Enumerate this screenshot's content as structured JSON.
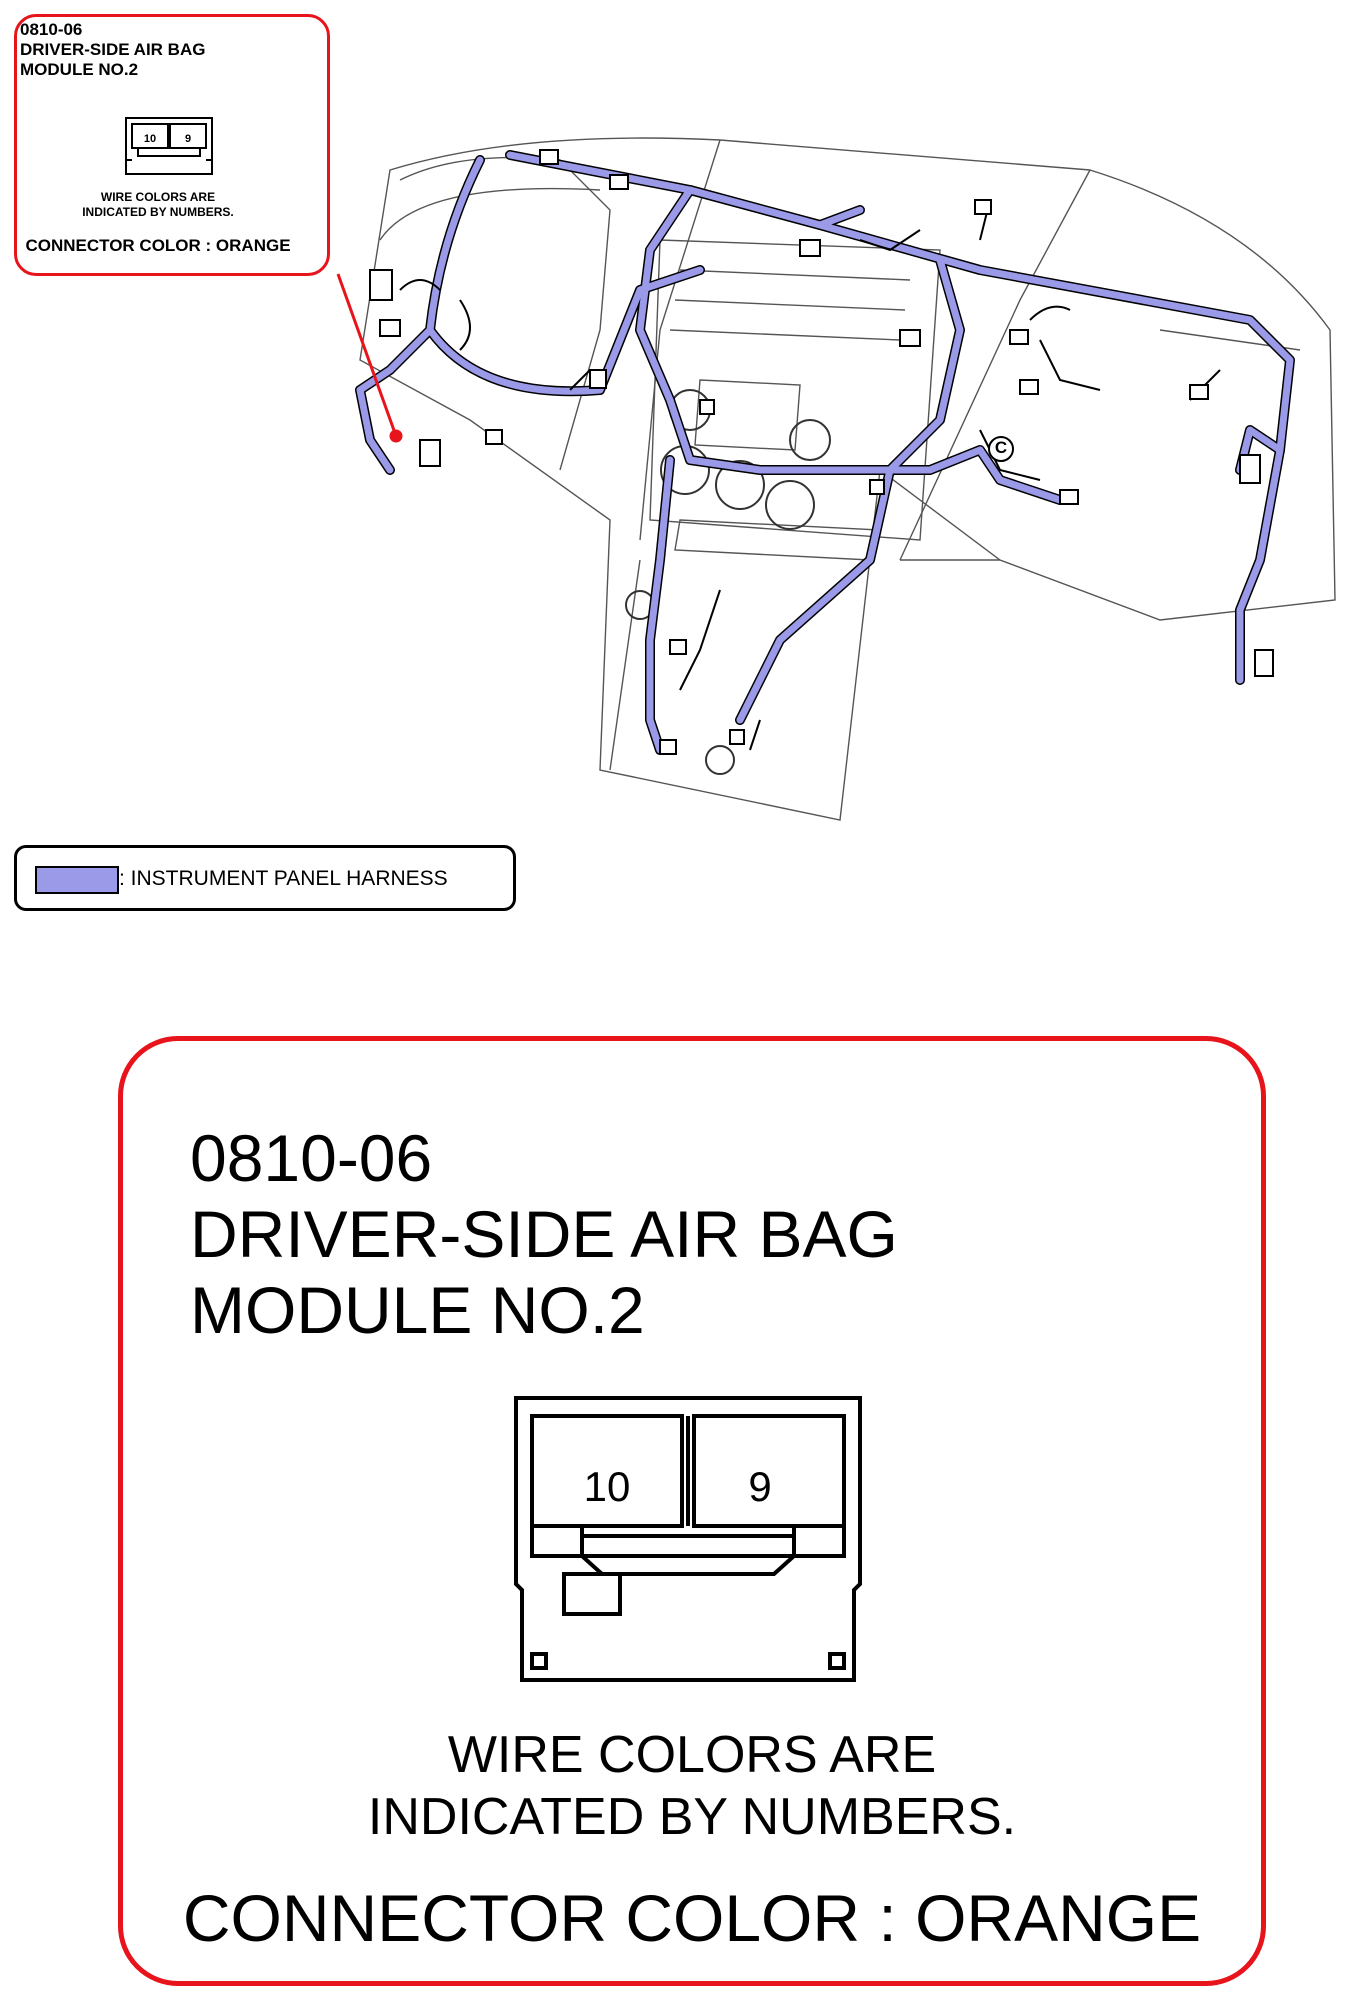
{
  "connector": {
    "code": "0810-06",
    "name_line1": "DRIVER-SIDE AIR BAG",
    "name_line2": "MODULE NO.2",
    "pins": [
      "10",
      "9"
    ],
    "note_line1": "WIRE COLORS ARE",
    "note_line2": "INDICATED BY NUMBERS.",
    "connector_color": "CONNECTOR COLOR : ORANGE"
  },
  "legend": {
    "label": ": INSTRUMENT PANEL HARNESS",
    "swatch_color": "#9a9ae8"
  },
  "diagram": {
    "locator_mark": "C",
    "highlight_color": "#e8141c",
    "harness_color": "#9a9ae8"
  }
}
